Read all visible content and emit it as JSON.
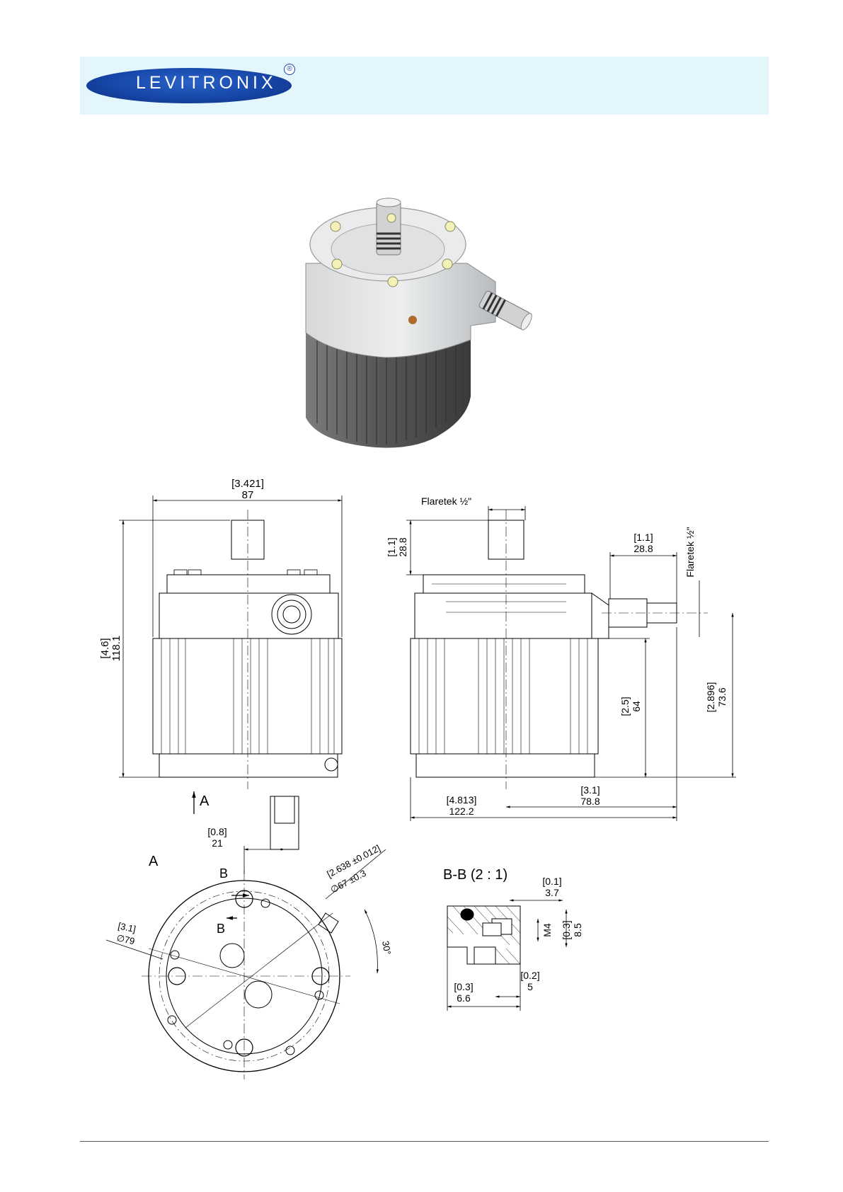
{
  "header": {
    "logo_text": "LEVITRONIX",
    "logo_mark": "®",
    "band_color": "#e3f6fb",
    "logo_color": "#1646a8"
  },
  "front_view": {
    "width_in": "[3.421]",
    "width_mm": "87",
    "height_in": "[4.6]",
    "height_mm": "118.1",
    "view_arrow_label": "A"
  },
  "side_view": {
    "port_top_label": "Flaretek ½\"",
    "port_side_label": "Flaretek ½\"",
    "port_top_height_in": "[1.1]",
    "port_top_height_mm": "28.8",
    "port_side_len_in": "[1.1]",
    "port_side_len_mm": "28.8",
    "body_height_in": "[2.5]",
    "body_height_mm": "64",
    "port_axis_height_in": "[2.896]",
    "port_axis_height_mm": "73.6",
    "offset_in": "[3.1]",
    "offset_mm": "78.8",
    "total_len_in": "[4.813]",
    "total_len_mm": "122.2"
  },
  "bottom_view": {
    "title": "A",
    "section_mark": "B",
    "offset_in": "[0.8]",
    "offset_mm": "21",
    "pcd_in": "[2.638 ±0.012]",
    "pcd_mm": "∅67 ±0.3",
    "outer_in": "[3.1]",
    "outer_mm": "∅79",
    "angle": "30°"
  },
  "section_bb": {
    "title": "B-B  (2 : 1)",
    "depth_in": "[0.1]",
    "depth_mm": "3.7",
    "thread": "M4",
    "height_in": "[0.3]",
    "height_mm": "8.5",
    "width_in": "[0.2]",
    "width_mm": "5",
    "total_in": "[0.3]",
    "total_mm": "6.6"
  }
}
